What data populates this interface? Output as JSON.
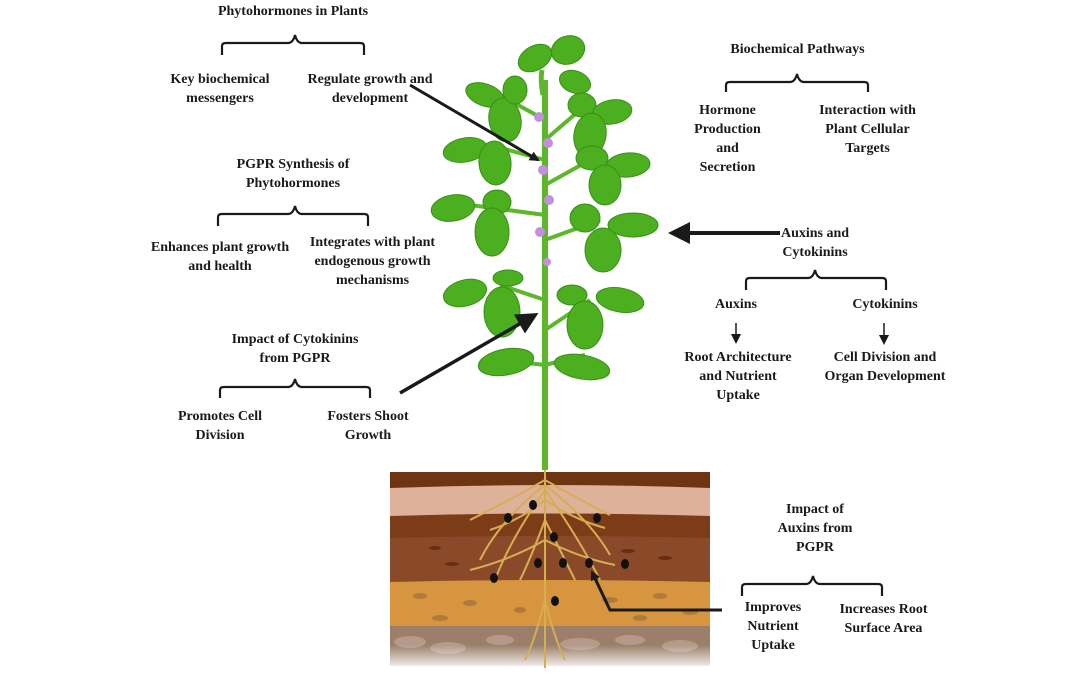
{
  "colors": {
    "leaf": "#4caf1f",
    "leaf_dark": "#3a8f16",
    "stem": "#5cb82a",
    "bud": "#c48fdc",
    "root": "#d6ae52",
    "soil_top": "#6e3512",
    "soil_light": "#deb19a",
    "soil_mid": "#7d3c18",
    "soil_mid2": "#8a4a2a",
    "soil_orange": "#d8953f",
    "soil_rock": "#9b7f6a",
    "bacteria": "#111111",
    "text": "#1a1a1a"
  },
  "groups": [
    {
      "id": "phytohormones",
      "title": "Phytohormones in Plants",
      "children": [
        "Key biochemical\nmessengers",
        "Regulate growth and\ndevelopment"
      ]
    },
    {
      "id": "pgpr-synthesis",
      "title": "PGPR Synthesis of\nPhytohormones",
      "children": [
        "Enhances plant growth\nand health",
        "Integrates with plant\nendogenous growth\nmechanisms"
      ]
    },
    {
      "id": "cytokinins-impact",
      "title": "Impact of Cytokinins\nfrom PGPR",
      "children": [
        "Promotes Cell\nDivision",
        "Fosters Shoot\nGrowth"
      ]
    },
    {
      "id": "biochemical-pathways",
      "title": "Biochemical Pathways",
      "children": [
        "Hormone\nProduction and\nSecretion",
        "Interaction with\nPlant Cellular\nTargets"
      ]
    },
    {
      "id": "auxins-cytokinins",
      "title": "Auxins and\nCytokinins",
      "children": [
        "Auxins",
        "Cytokinins"
      ],
      "outcomes": [
        "Root Architecture\nand Nutrient Uptake",
        "Cell Division and\nOrgan Development"
      ]
    },
    {
      "id": "auxins-impact",
      "title": "Impact of\nAuxins from\nPGPR",
      "children": [
        "Improves Nutrient\nUptake",
        "Increases Root\nSurface Area"
      ]
    }
  ]
}
